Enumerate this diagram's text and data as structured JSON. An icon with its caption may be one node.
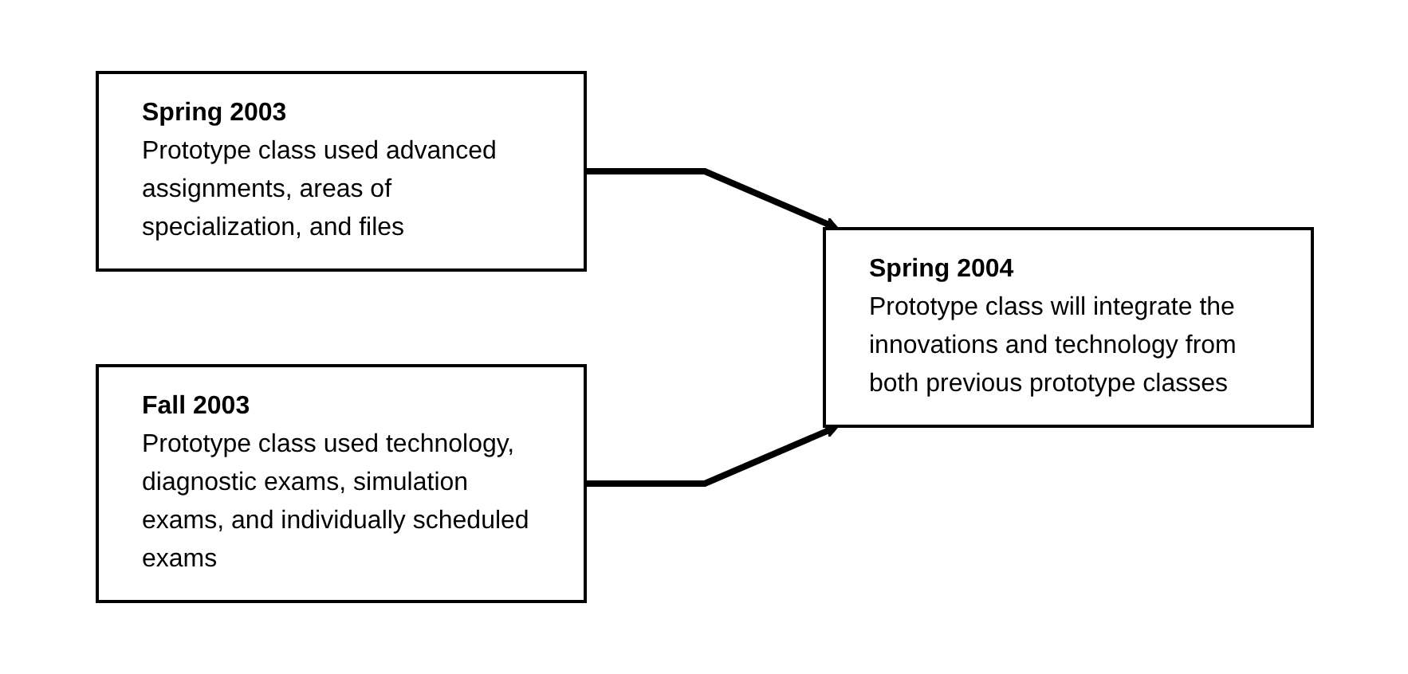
{
  "diagram": {
    "nodes": [
      {
        "text": [
          "Spring 2003",
          "Prototype class used advanced assignments, areas of specialization, and files"
        ]
      },
      {
        "text": [
          "Fall 2003",
          "Prototype class used technology, diagnostic exams, simulation exams, and individually scheduled exams"
        ]
      },
      {
        "text": [
          "Spring 2004",
          "Prototype class will integrate the innovations and technology from both previous prototype classes"
        ]
      }
    ],
    "edges": [
      {
        "from": 0,
        "to": 2,
        "arrow": "to"
      },
      {
        "from": 1,
        "to": 2,
        "arrow": "to"
      }
    ]
  }
}
